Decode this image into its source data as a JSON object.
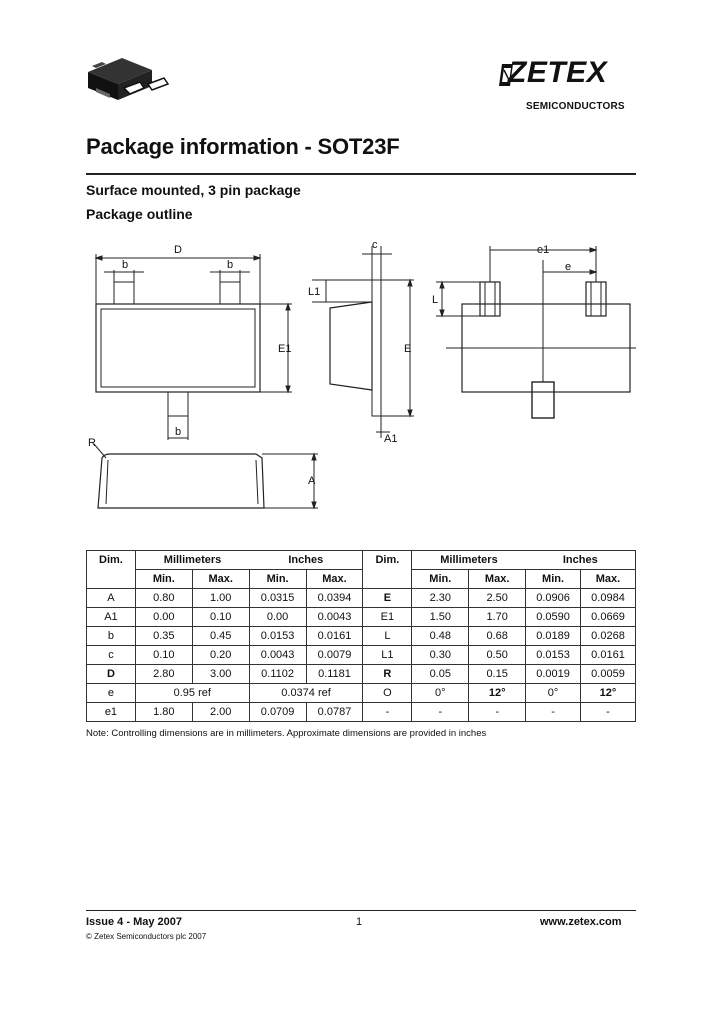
{
  "logo": {
    "word": "ZETEX",
    "sub": "SEMICONDUCTORS"
  },
  "title": "Package information - SOT23F",
  "subtitle": "Surface mounted, 3 pin package",
  "outline_heading": "Package outline",
  "labels": {
    "D": "D",
    "b": "b",
    "E1": "E1",
    "R": "R",
    "A": "A",
    "c": "c",
    "L1": "L1",
    "E": "E",
    "A1": "A1",
    "e1": "e1",
    "e": "e",
    "L": "L"
  },
  "table": {
    "header": {
      "dim": "Dim.",
      "mm": "Millimeters",
      "in": "Inches",
      "min": "Min.",
      "max": "Max."
    },
    "left": [
      {
        "dim": "A",
        "mm_min": "0.80",
        "mm_max": "1.00",
        "in_min": "0.0315",
        "in_max": "0.0394"
      },
      {
        "dim": "A1",
        "mm_min": "0.00",
        "mm_max": "0.10",
        "in_min": "0.00",
        "in_max": "0.0043"
      },
      {
        "dim": "b",
        "mm_min": "0.35",
        "mm_max": "0.45",
        "in_min": "0.0153",
        "in_max": "0.0161"
      },
      {
        "dim": "c",
        "mm_min": "0.10",
        "mm_max": "0.20",
        "in_min": "0.0043",
        "in_max": "0.0079"
      },
      {
        "dim": "D",
        "mm_min": "2.80",
        "mm_max": "3.00",
        "in_min": "0.1102",
        "in_max": "0.1181"
      },
      {
        "dim": "e",
        "mm_ref": "0.95 ref",
        "in_ref": "0.0374 ref"
      },
      {
        "dim": "e1",
        "mm_min": "1.80",
        "mm_max": "2.00",
        "in_min": "0.0709",
        "in_max": "0.0787"
      }
    ],
    "right": [
      {
        "dim": "E",
        "mm_min": "2.30",
        "mm_max": "2.50",
        "in_min": "0.0906",
        "in_max": "0.0984"
      },
      {
        "dim": "E1",
        "mm_min": "1.50",
        "mm_max": "1.70",
        "in_min": "0.0590",
        "in_max": "0.0669"
      },
      {
        "dim": "L",
        "mm_min": "0.48",
        "mm_max": "0.68",
        "in_min": "0.0189",
        "in_max": "0.0268"
      },
      {
        "dim": "L1",
        "mm_min": "0.30",
        "mm_max": "0.50",
        "in_min": "0.0153",
        "in_max": "0.0161"
      },
      {
        "dim": "R",
        "mm_min": "0.05",
        "mm_max": "0.15",
        "in_min": "0.0019",
        "in_max": "0.0059"
      },
      {
        "dim": "O",
        "mm_min": "0°",
        "mm_max": "12°",
        "in_min": "0°",
        "in_max": "12°"
      },
      {
        "dim": "-",
        "mm_min": "-",
        "mm_max": "-",
        "in_min": "-",
        "in_max": "-"
      }
    ]
  },
  "note": "Note: Controlling dimensions are in millimeters. Approximate dimensions are provided in inches",
  "footer": {
    "issue": "Issue 4 - May 2007",
    "page": "1",
    "url": "www.zetex.com",
    "copyright": "© Zetex Semiconductors plc 2007"
  }
}
